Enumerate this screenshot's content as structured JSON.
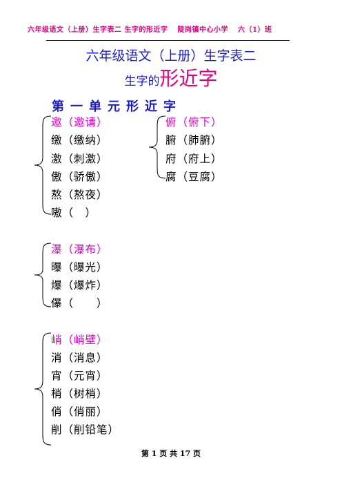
{
  "header": {
    "parts": [
      "六年级语文（上册）生字表二 生字的形近字",
      "陡岗镇中心小学",
      "六（1）班"
    ]
  },
  "title": {
    "line1": "六年级语文（上册）生字表二",
    "line2_prefix": "生字的",
    "line2_emphasis": "形近字"
  },
  "unit_heading": "第一单元形近字",
  "groups": [
    {
      "words": [
        "邀（邀请）",
        "缴（缴纳）",
        "激（刺激）",
        "傲（骄傲）",
        "熬（熬夜）",
        "嗷（　）"
      ]
    },
    {
      "words": [
        "俯（俯下）",
        "腑（肺腑）",
        "府（府上）",
        "腐（豆腐）"
      ]
    },
    {
      "words": [
        "瀑（瀑布）",
        "曝（曝光）",
        "爆（爆炸）",
        "儤（　　）"
      ]
    },
    {
      "words": [
        "峭（峭壁）",
        "消（消息）",
        "宵（元宵）",
        "梢（树梢）",
        "俏（俏丽）",
        "削（削铅笔）"
      ]
    }
  ],
  "footer": "第 1 页  共 17 页",
  "colors": {
    "header": "#e0007f",
    "title_blue": "#1c1cd6",
    "title_pink": "#e8007f",
    "first_word": "#e000c8"
  }
}
